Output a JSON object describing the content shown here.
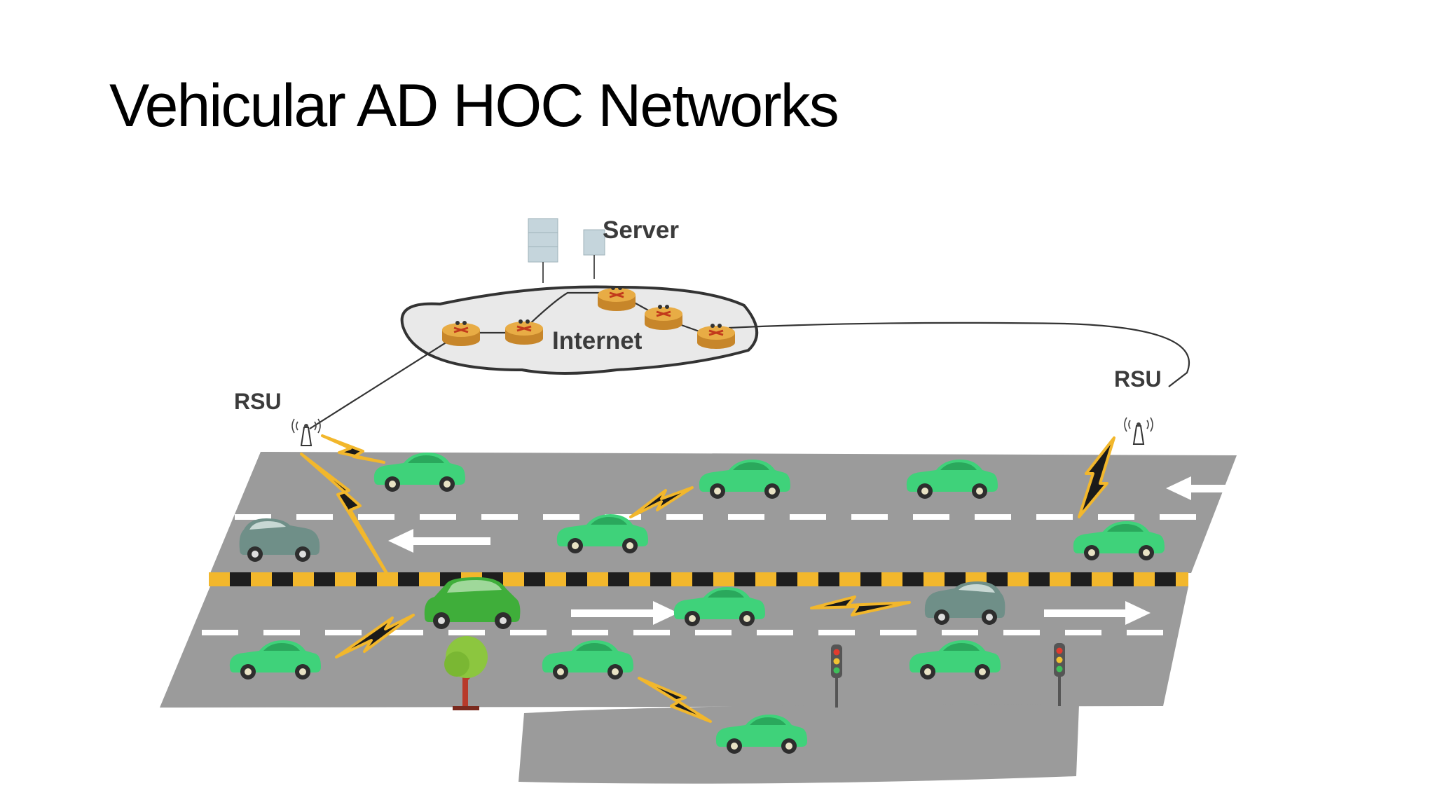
{
  "slide": {
    "title": "Vehicular AD HOC Networks"
  },
  "diagram": {
    "labels": {
      "server": "Server",
      "internet": "Internet",
      "rsu_left": "RSU",
      "rsu_right": "RSU"
    },
    "colors": {
      "road": "#9b9b9b",
      "lane_marking": "#ffffff",
      "median_yellow": "#f2b72c",
      "median_black": "#1e1e1e",
      "car": "#3fd27a",
      "cloud_fill": "#e9e9e9",
      "router": "#e0a23a",
      "wireless_link": "#f2b72c"
    }
  }
}
